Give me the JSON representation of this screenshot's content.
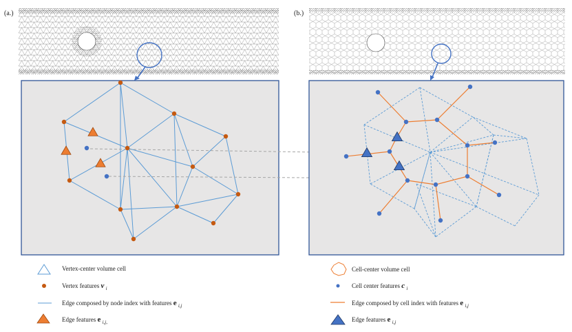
{
  "panel_a": {
    "label": "(a.)",
    "legend": {
      "vertex_cell": "Vertex-center volume cell",
      "vertex_features": "Vertex features",
      "vertex_features_sym": "v",
      "vertex_features_sub": "i",
      "edge_line": "Edge composed by node index with features",
      "edge_line_sym": "e",
      "edge_line_sub": "i,j",
      "edge_features": "Edge features",
      "edge_features_sym": "e",
      "edge_features_sub": "i,j,"
    }
  },
  "panel_b": {
    "label": "(b.)",
    "legend": {
      "cell_cell": "Cell-center volume cell",
      "cell_center_features": "Cell center features",
      "cell_center_sym": "c",
      "cell_center_sub": "i",
      "edge_line": "Edge composed by cell index with features",
      "edge_line_sym": "e",
      "edge_line_sub": "i,j",
      "edge_features": "Edge features",
      "edge_features_sym": "e",
      "edge_features_sub": "i,j"
    }
  },
  "colors": {
    "mesh_blue": "#5b9bd5",
    "node_orange": "#c55a11",
    "triangle_orange": "#ed7d31",
    "cell_blue": "#4472c4",
    "edge_orange": "#ed7d31",
    "panel_bg": "#e7e6e6",
    "panel_border": "#2f5597"
  }
}
